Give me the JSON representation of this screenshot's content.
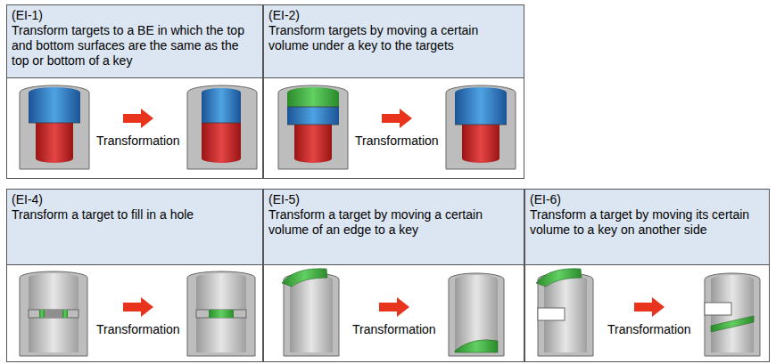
{
  "diagram": {
    "nodes": [
      {
        "text": [
          "(EI-1)",
          "Transform targets to a BE in which the top and bottom surfaces are the same as the top or bottom of a key"
        ]
      },
      {
        "text": [
          "(EI-2)",
          "Transform targets by moving a certain volume under a key to the targets"
        ]
      },
      {
        "text": [
          "(EI-4)",
          "Transform a target to fill in a hole"
        ]
      },
      {
        "text": [
          "(EI-5)",
          "Transform a target by moving a certain volume of an edge to a key"
        ]
      },
      {
        "text": [
          "(EI-6)",
          "Transform a target by moving its certain volume to a key on another side"
        ]
      }
    ],
    "labels": [
      "Transformation",
      "Transformation",
      "Transformation",
      "Transformation",
      "Transformation"
    ]
  }
}
